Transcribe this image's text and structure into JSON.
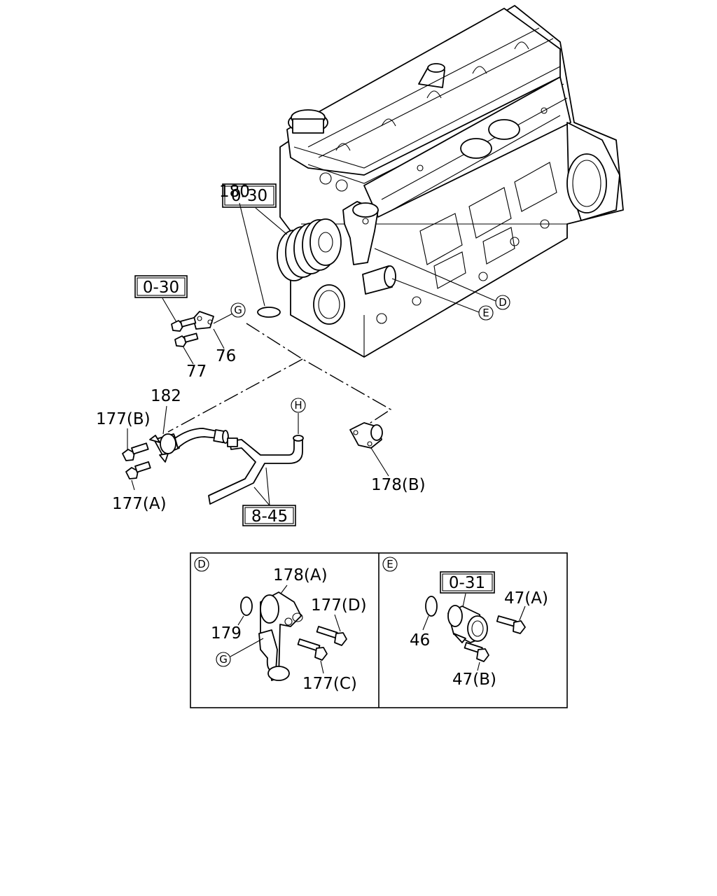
{
  "labels": {
    "ref_0_30_top": "0-30",
    "ref_0_30_left": "0-30",
    "p180": "180",
    "p76": "76",
    "p77": "77",
    "p182": "182",
    "p177B": "177(B)",
    "p177A": "177(A)",
    "p178B": "178(B)",
    "ref_8_45": "8-45",
    "call_D": "D",
    "call_E": "E",
    "call_G": "G",
    "call_H": "H"
  },
  "panel_d": {
    "title": "D",
    "p178A": "178(A)",
    "p177D": "177(D)",
    "p179": "179",
    "p177C": "177(C)",
    "call_G": "G"
  },
  "panel_e": {
    "title": "E",
    "ref_0_31": "0-31",
    "p47A": "47(A)",
    "p46": "46",
    "p47B": "47(B)"
  }
}
